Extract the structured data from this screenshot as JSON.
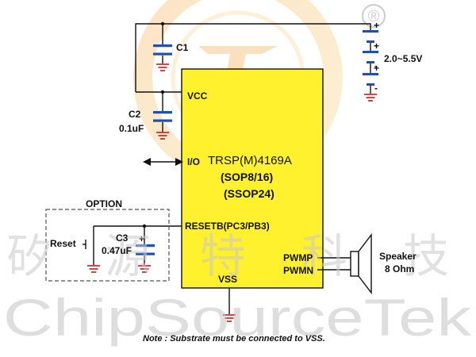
{
  "watermark": {
    "cn_chars": [
      "矽",
      "源",
      "特",
      "科",
      "技"
    ],
    "en_text": "ChipSourceTek",
    "registered_mark": "®"
  },
  "chip": {
    "name": "TRSP(M)4169A",
    "package_1": "(SOP8/16)",
    "package_2": "(SSOP24)",
    "body_color": "#fff12e"
  },
  "pins": {
    "vcc": "VCC",
    "io": "I/O",
    "reset": "RESETB(PC3/PB3)",
    "vss": "VSS",
    "pwmp": "PWMP",
    "pwmn": "PWMN"
  },
  "components": {
    "c1": "C1",
    "c2": "C2",
    "c2_value": "0.1uF",
    "c3": "C3",
    "c3_value": "0.47uF",
    "reset_switch": "Reset",
    "option_box": "OPTION",
    "battery_range": "2.0~5.5V",
    "battery_plus": "+",
    "battery_minus": "-",
    "cap_plus": "+",
    "speaker_line1": "Speaker",
    "speaker_line2": "8 Ohm"
  },
  "note": "Note : Substrate must be connected to VSS.",
  "colors": {
    "wire": "#111111",
    "ground": "#d21414",
    "capacitor": "#1f4fb4",
    "option_border": "#555555"
  }
}
